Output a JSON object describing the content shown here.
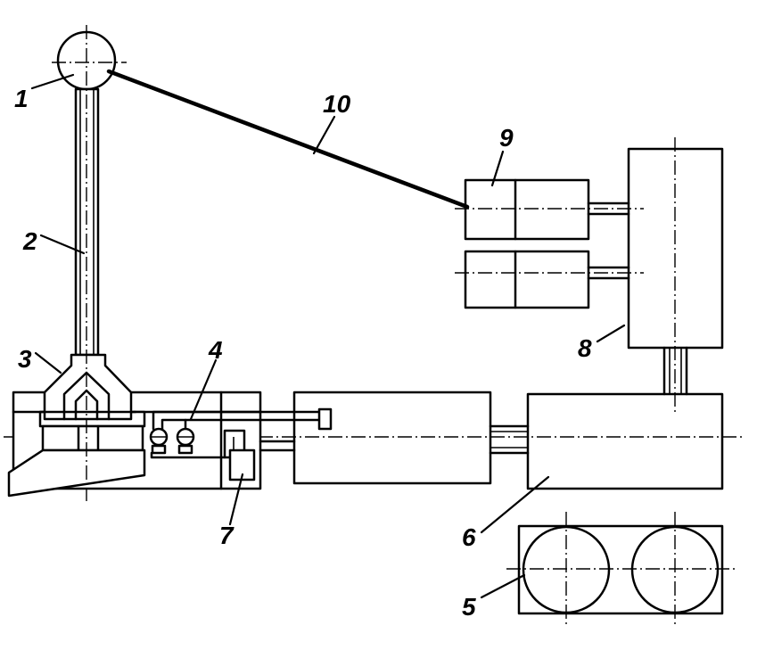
{
  "colors": {
    "ink": "#000000",
    "paper": "#ffffff"
  },
  "callouts": [
    "1",
    "2",
    "3",
    "4",
    "5",
    "6",
    "7",
    "8",
    "9",
    "10"
  ]
}
